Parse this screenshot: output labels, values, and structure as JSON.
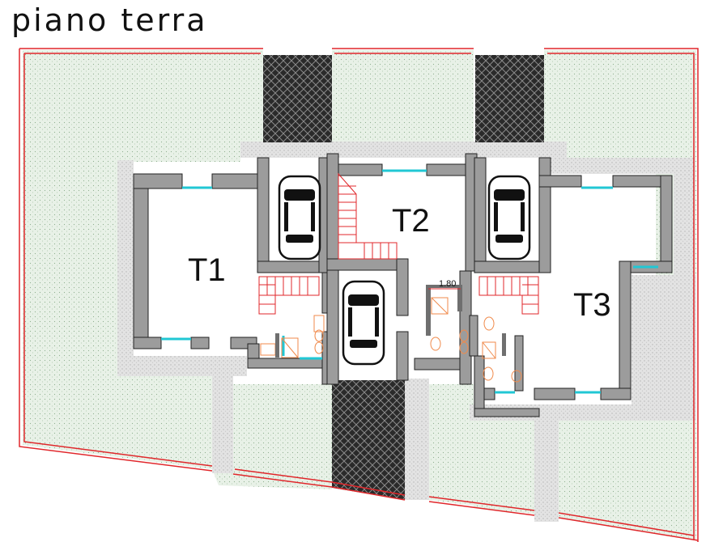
{
  "drawing": {
    "title": "piano terra",
    "units": [
      {
        "label": "T1"
      },
      {
        "label": "T2"
      },
      {
        "label": "T3"
      }
    ],
    "dimension": "1.80"
  },
  "colors": {
    "boundary": "#e0272b",
    "garden": "#e6f0e6",
    "wall": "#9c9c9c",
    "paving": "#dcdcdc",
    "window": "#21c7d4",
    "stairs": "#e0272b",
    "fixtures": "#f08a4b",
    "driveway": "#1c1c1c"
  }
}
